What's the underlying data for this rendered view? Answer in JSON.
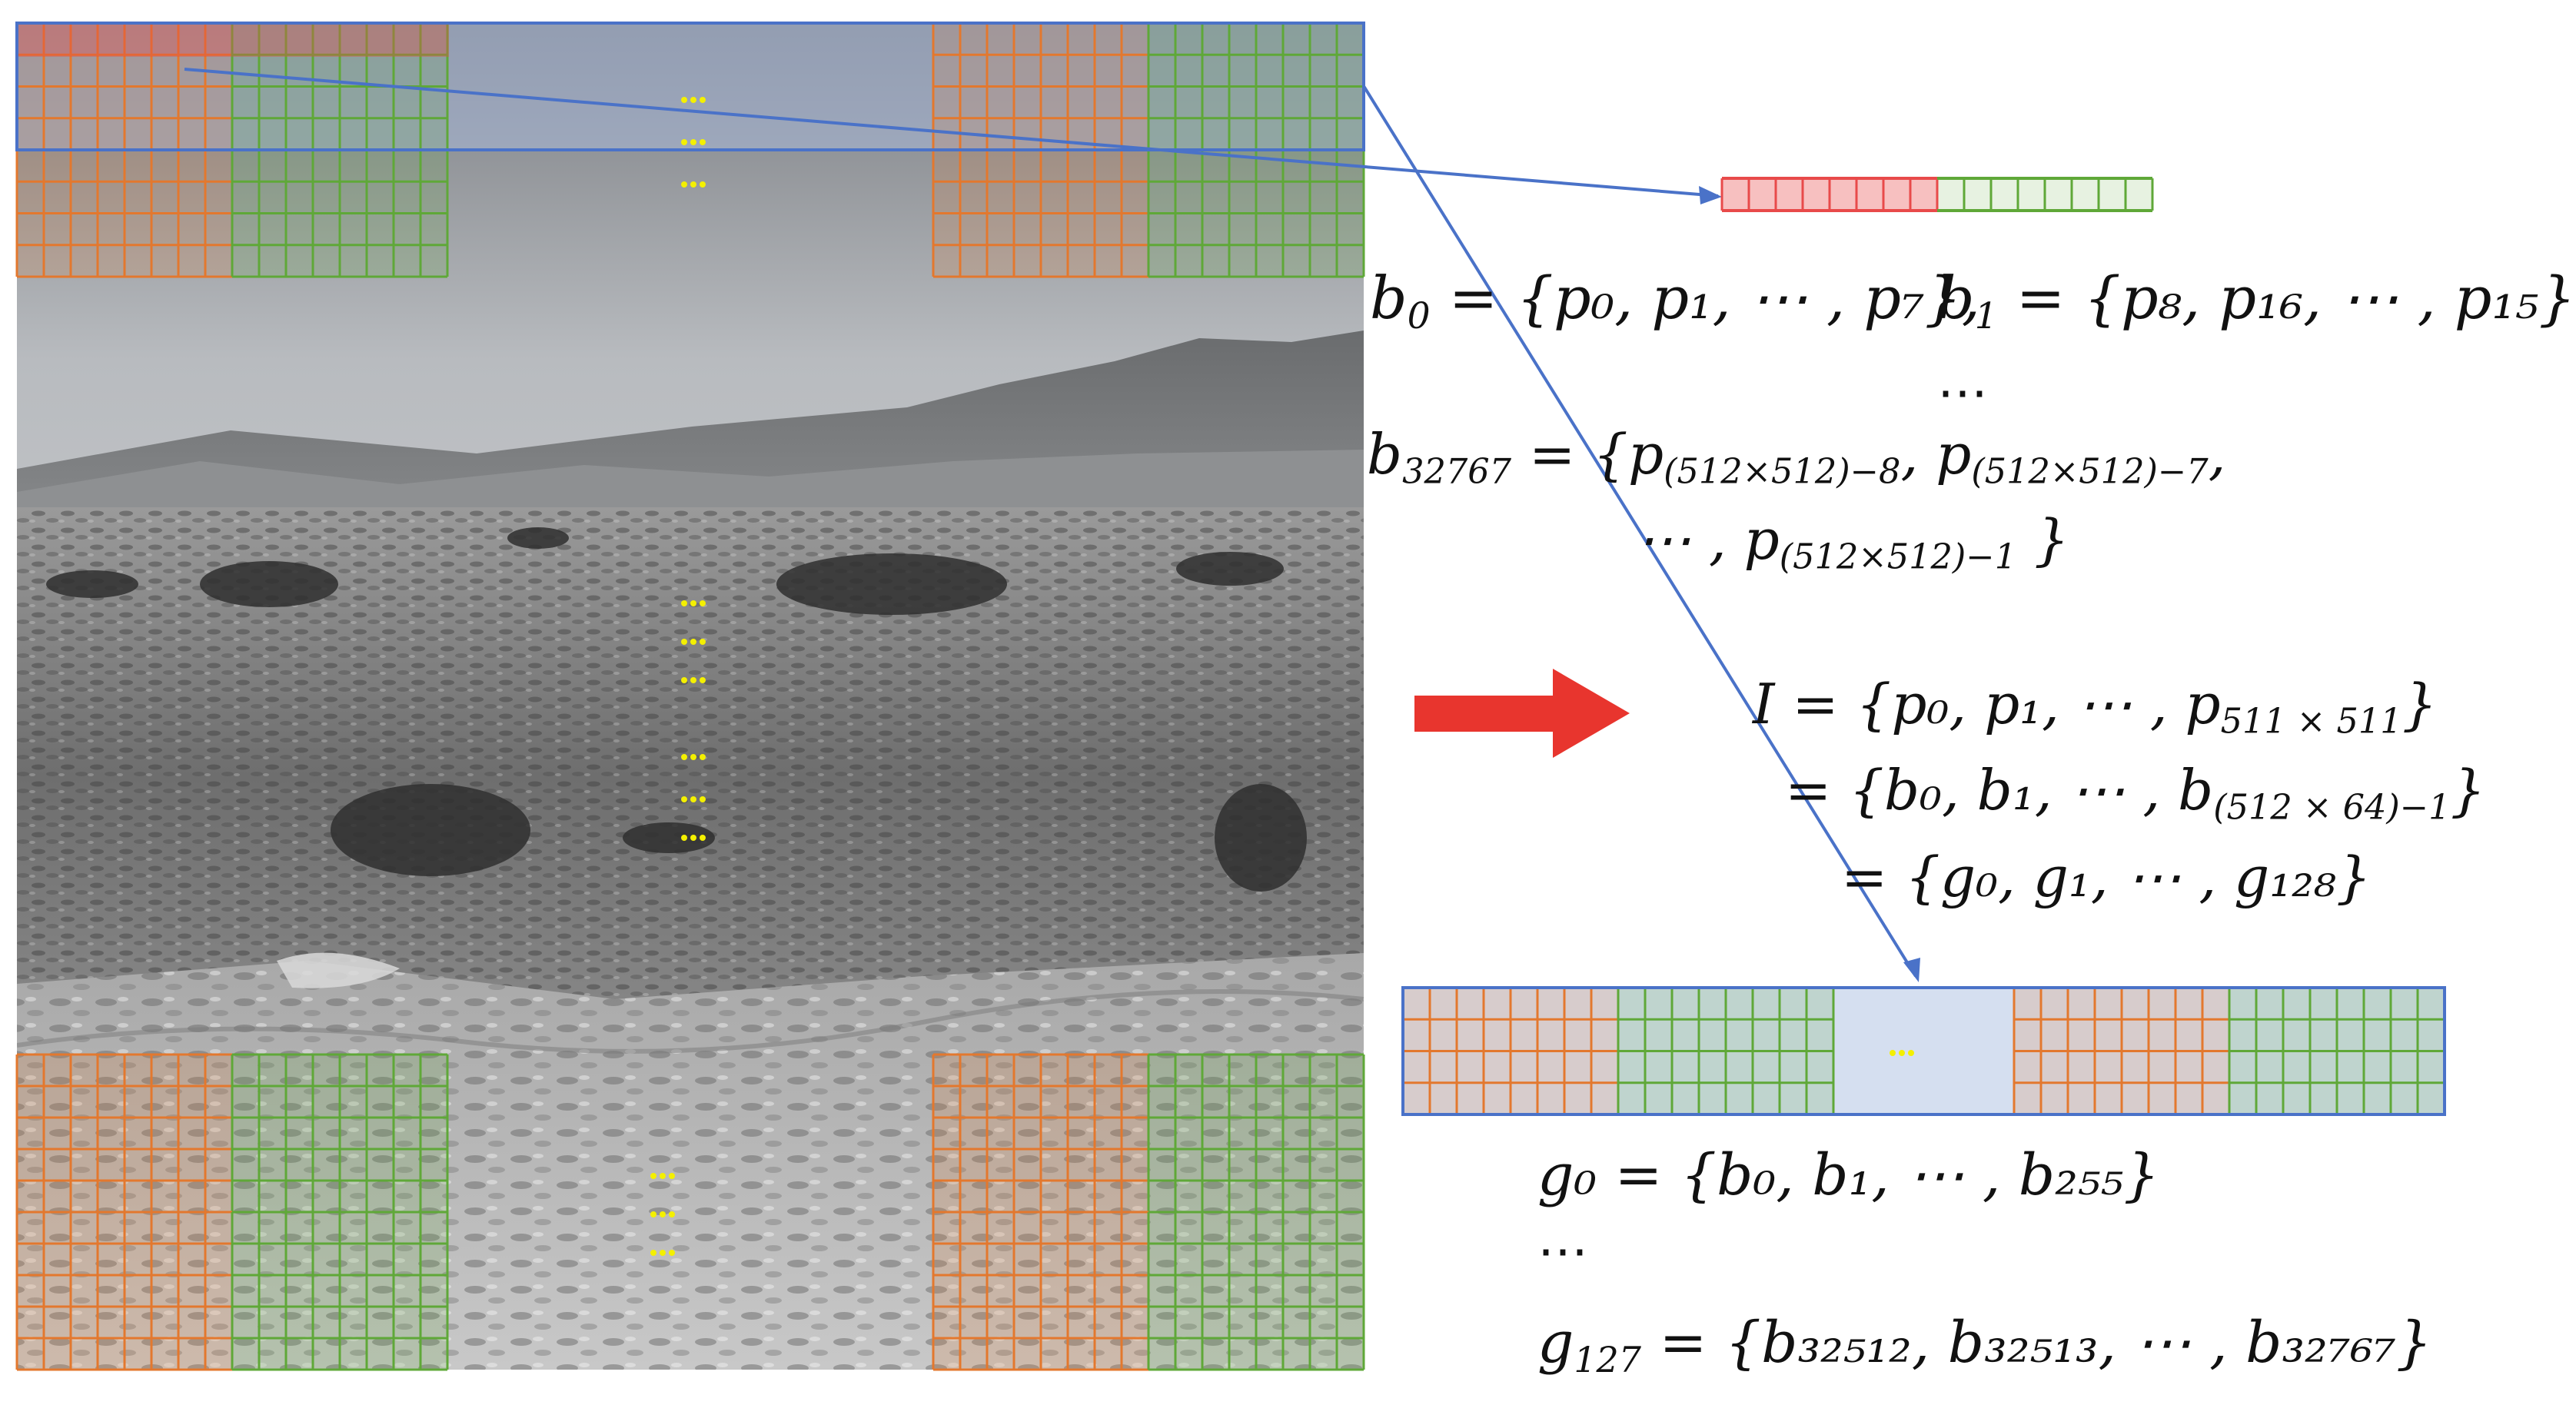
{
  "diagram": {
    "equations": {
      "b0_prefix": "b",
      "b0_sub": "0",
      "b0_rhs": "{p₀, p₁, ⋯ , p₇},",
      "b1_prefix": "b",
      "b1_sub": "1",
      "b1_rhs": "{p₈, p₁₆, ⋯ , p₁₅}",
      "ellipsis_between": "⋯",
      "b32767_prefix": "b",
      "b32767_sub": "32767",
      "b32767_rhs_line1_a": "{p",
      "b32767_rhs_line1_sub_a": "(512×512)−8",
      "b32767_rhs_line1_b": ", p",
      "b32767_rhs_line1_sub_b": "(512×512)−7",
      "b32767_rhs_line1_c": ",",
      "b32767_rhs_line2_a": "⋯ , p",
      "b32767_rhs_line2_sub": "(512×512)−1",
      "b32767_rhs_line2_b": " }",
      "I_line1_a": "I = {p₀, p₁, ⋯ , p",
      "I_line1_sub": "511 × 511",
      "I_line1_b": "}",
      "I_line2_a": "= {b₀, b₁, ⋯ , b",
      "I_line2_sub": "(512 × 64)−1",
      "I_line2_b": "}",
      "I_line3": "= {g₀, g₁, ⋯ , g₁₂₈}",
      "g0": "g₀ = {b₀, b₁, ⋯ , b₂₅₅}",
      "g_ellipsis": "⋯",
      "g127_a": "g",
      "g127_sub": "127",
      "g127_b": " = {b₃₂₅₁₂, b₃₂₅₁₃, ⋯ , b₃₂₇₆₇}"
    },
    "colors": {
      "orange_grid": "#e3782e",
      "green_grid": "#5fa838",
      "blue_line": "#4a72c8",
      "red_arrow": "#e8352e",
      "band_fill": "#a7b8d8",
      "strip_fill": "#d5dff0",
      "dots_yellow": "#f4f000",
      "highlight_red": "#e84a4a"
    },
    "icons": {
      "transform_arrow": "right-arrow-icon"
    }
  }
}
